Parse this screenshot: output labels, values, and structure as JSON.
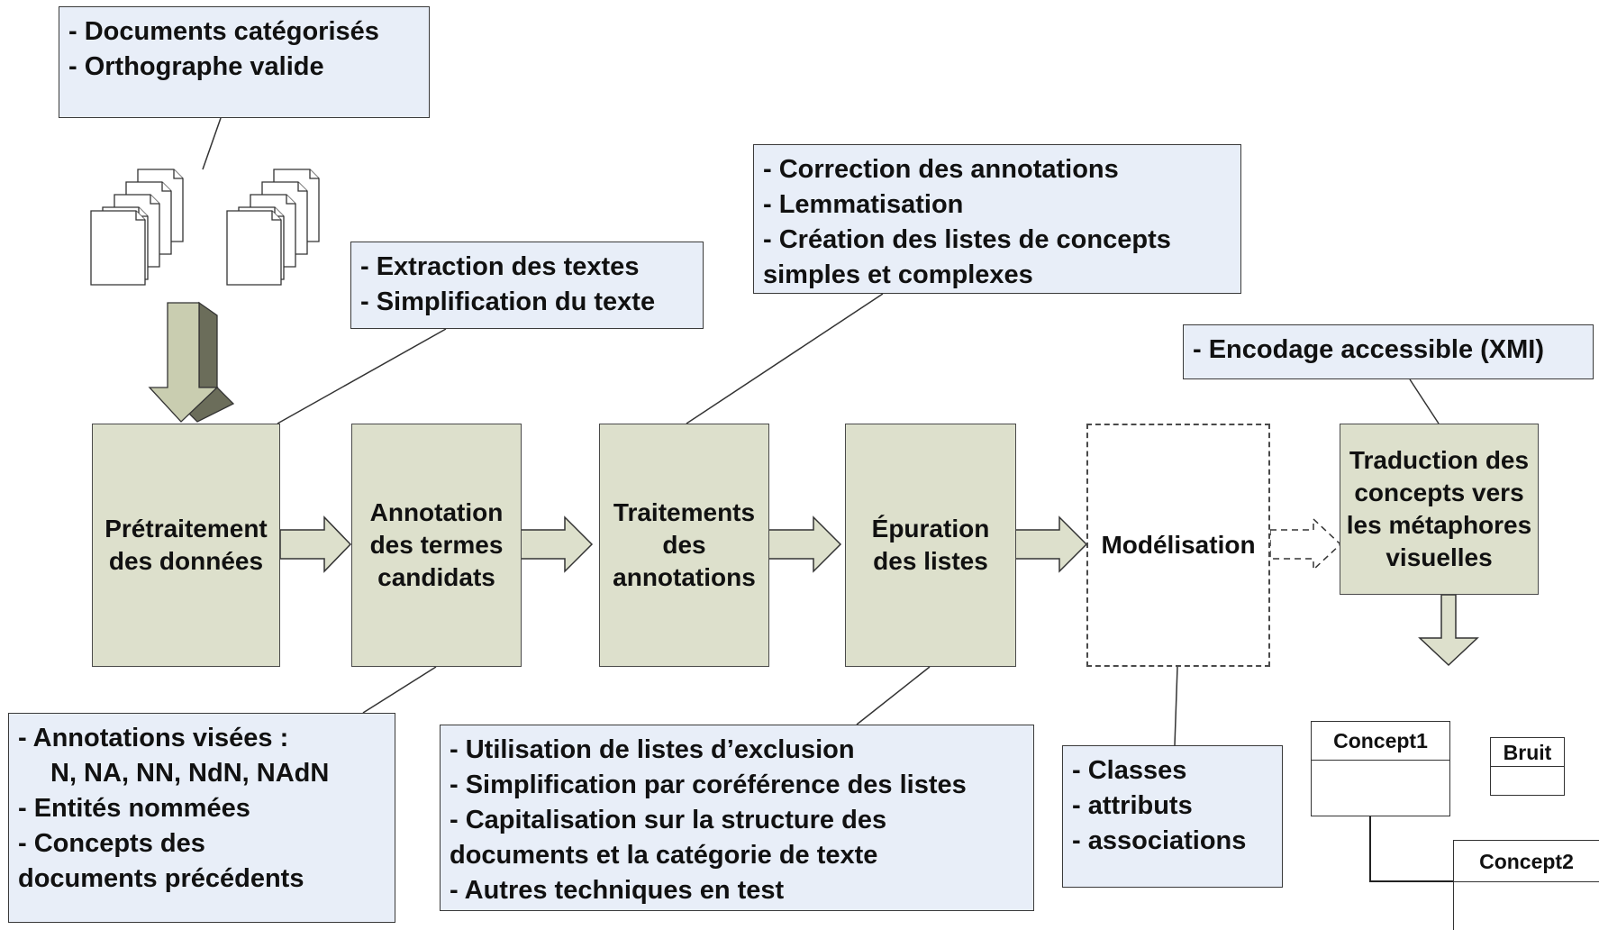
{
  "notes": {
    "documents": [
      "- Documents catégorisés",
      "- Orthographe valide"
    ],
    "extraction": [
      "- Extraction des textes",
      "- Simplification du texte"
    ],
    "correction": [
      "- Correction des annotations",
      "- Lemmatisation",
      "- Création des listes de concepts",
      "simples et complexes"
    ],
    "encodage": [
      "- Encodage accessible (XMI)"
    ],
    "annotations_visees": [
      "- Annotations visées :",
      "N, NA, NN, NdN, NAdN",
      "- Entités nommées",
      "- Concepts des",
      "documents précédents"
    ],
    "exclusion": [
      "- Utilisation de listes d’exclusion",
      "- Simplification par coréférence des listes",
      "- Capitalisation sur la structure des",
      "documents et la catégorie de texte",
      "- Autres techniques en test"
    ],
    "classes": [
      "- Classes",
      "- attributs",
      "- associations"
    ]
  },
  "steps": {
    "pretraitement": "Prétraitement des données",
    "annotation": "Annotation des termes candidats",
    "traitements": "Traitements des annotations",
    "epuration": "Épuration des listes",
    "modelisation": "Modélisation",
    "traduction": "Traduction des concepts vers les métaphores visuelles"
  },
  "uml": {
    "concept1": "Concept1",
    "bruit": "Bruit",
    "concept2": "Concept2"
  },
  "colors": {
    "note_fill": "#e8eef8",
    "step_fill": "#dde0cc",
    "arrow_fill": "#dde0cc",
    "down_arrow_fill": "#c9cdb0",
    "line": "#333333"
  }
}
